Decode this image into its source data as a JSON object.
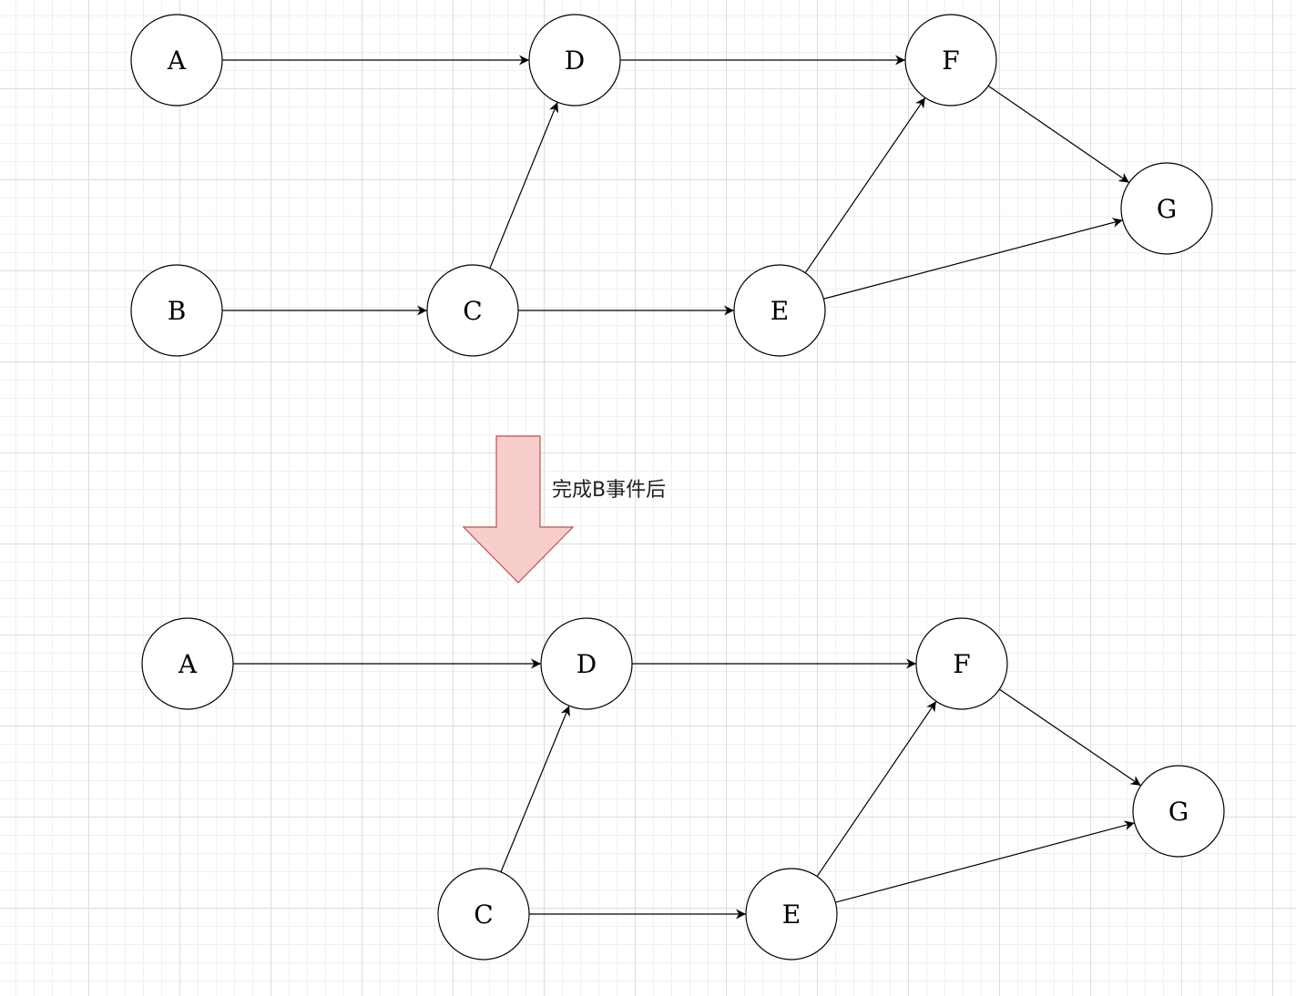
{
  "colors": {
    "node_fill": "#ffffff",
    "node_stroke": "#000000",
    "arrow_fill": "#f8cecc",
    "arrow_stroke": "#b85450"
  },
  "caption": "完成B事件后",
  "before": {
    "nodes": [
      {
        "id": "A",
        "label": "A"
      },
      {
        "id": "B",
        "label": "B"
      },
      {
        "id": "C",
        "label": "C"
      },
      {
        "id": "D",
        "label": "D"
      },
      {
        "id": "E",
        "label": "E"
      },
      {
        "id": "F",
        "label": "F"
      },
      {
        "id": "G",
        "label": "G"
      }
    ],
    "edges": [
      {
        "from": "A",
        "to": "D"
      },
      {
        "from": "B",
        "to": "C"
      },
      {
        "from": "C",
        "to": "D"
      },
      {
        "from": "C",
        "to": "E"
      },
      {
        "from": "D",
        "to": "F"
      },
      {
        "from": "E",
        "to": "F"
      },
      {
        "from": "E",
        "to": "G"
      },
      {
        "from": "F",
        "to": "G"
      }
    ]
  },
  "after": {
    "nodes": [
      {
        "id": "A",
        "label": "A"
      },
      {
        "id": "C",
        "label": "C"
      },
      {
        "id": "D",
        "label": "D"
      },
      {
        "id": "E",
        "label": "E"
      },
      {
        "id": "F",
        "label": "F"
      },
      {
        "id": "G",
        "label": "G"
      }
    ],
    "edges": [
      {
        "from": "A",
        "to": "D"
      },
      {
        "from": "C",
        "to": "D"
      },
      {
        "from": "C",
        "to": "E"
      },
      {
        "from": "D",
        "to": "F"
      },
      {
        "from": "E",
        "to": "F"
      },
      {
        "from": "E",
        "to": "G"
      },
      {
        "from": "F",
        "to": "G"
      }
    ]
  }
}
